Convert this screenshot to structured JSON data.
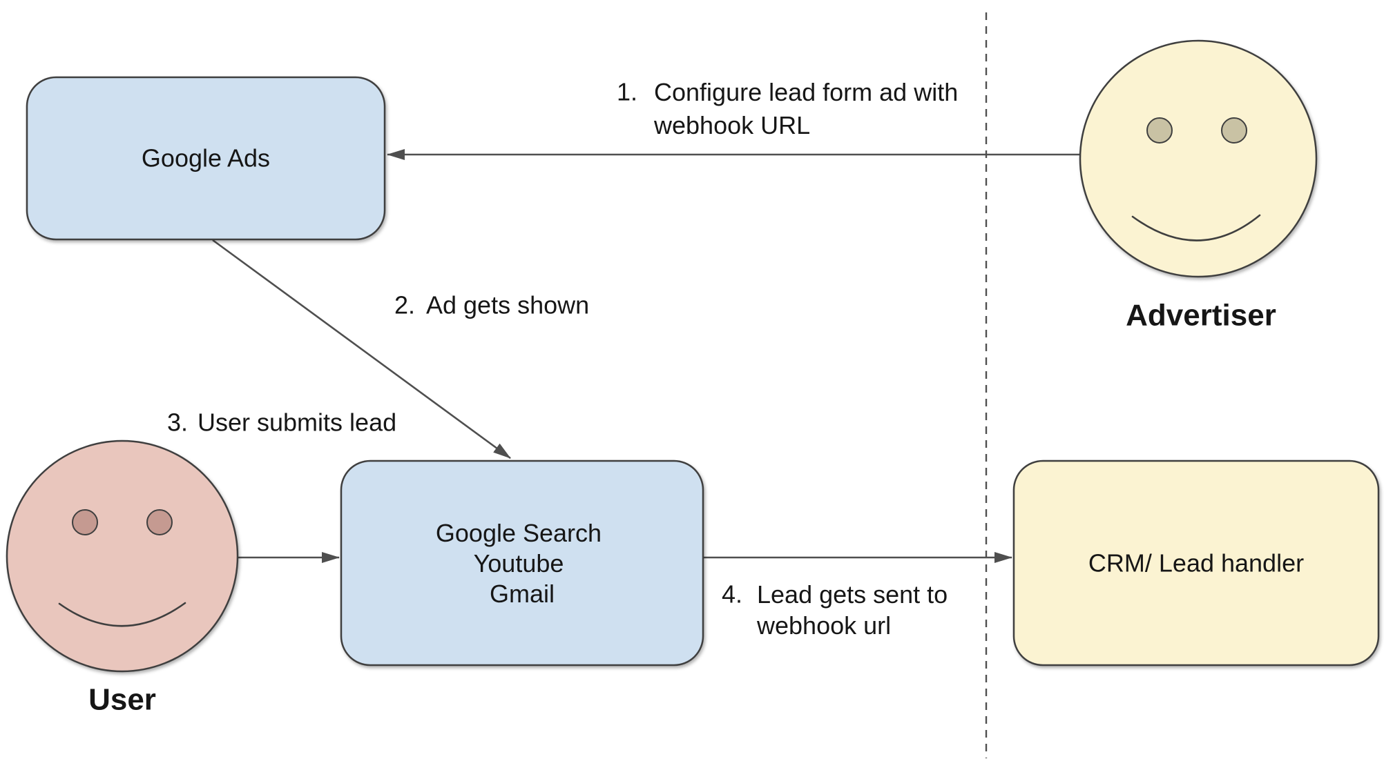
{
  "diagram": {
    "nodes": {
      "google_ads": {
        "label": "Google Ads"
      },
      "platforms": {
        "lines": [
          "Google Search",
          "Youtube",
          "Gmail"
        ]
      },
      "crm": {
        "label": "CRM/ Lead handler"
      },
      "advertiser": {
        "caption": "Advertiser"
      },
      "user": {
        "caption": "User"
      }
    },
    "steps": [
      {
        "number": "1.",
        "lines": [
          "Configure lead form ad with",
          "webhook URL"
        ]
      },
      {
        "number": "2.",
        "lines": [
          "Ad gets shown"
        ]
      },
      {
        "number": "3.",
        "lines": [
          "User submits lead"
        ]
      },
      {
        "number": "4.",
        "lines": [
          "Lead gets sent to",
          "webhook url"
        ]
      }
    ],
    "colors": {
      "node_blue": "#cfe0f0",
      "node_yellow": "#fbf3d2",
      "face_pink": "#e9c6bd",
      "face_yellow": "#fbf3d2",
      "eye_tan": "#c9c2a4",
      "eye_rose": "#c59a91",
      "outline": "#3f3f3f",
      "connector": "#4f4f4f",
      "text": "#161616",
      "background": "#ffffff"
    }
  }
}
